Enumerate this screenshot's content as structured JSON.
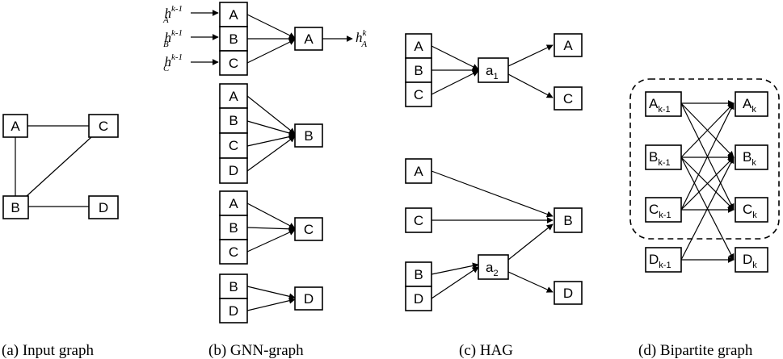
{
  "captions": {
    "a": "(a) Input graph",
    "b": "(b) GNN-graph",
    "c": "(c) HAG",
    "d": "(d) Bipartite graph"
  },
  "nodes": {
    "A": "A",
    "B": "B",
    "C": "C",
    "D": "D",
    "a": "a"
  },
  "subscripts": {
    "agg1": "1",
    "agg2": "2",
    "prev": "k-1",
    "curr": "k"
  },
  "math": {
    "h": "h",
    "sup_prev": "k-1",
    "sup_curr": "k",
    "subA": "A",
    "subB": "B",
    "subC": "C"
  }
}
